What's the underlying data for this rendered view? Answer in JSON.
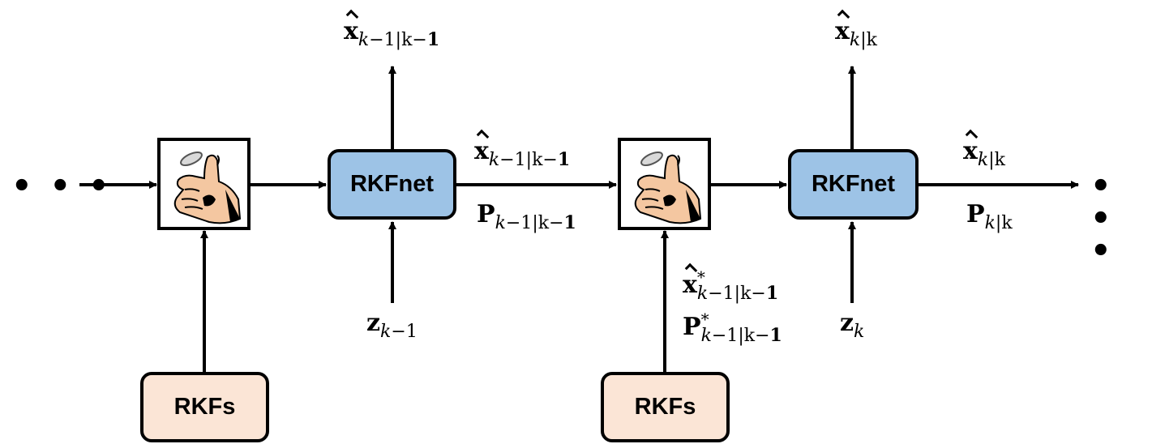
{
  "nodes": {
    "rkfnet_1": "RKFnet",
    "rkfnet_2": "RKFnet",
    "rkfs_1": "RKFs",
    "rkfs_2": "RKFs"
  },
  "ellipsis": {
    "left": "• • •",
    "right": "• • •"
  },
  "labels": {
    "top_out_1": {
      "base": "x",
      "sub_var": "k",
      "sub_rest": "−1|k−",
      "sub_bold": "1"
    },
    "top_out_2": {
      "base": "x",
      "sub_var": "k",
      "sub_rest": "|k",
      "sub_bold": ""
    },
    "mid_x_1": {
      "base": "x",
      "sub_var": "k",
      "sub_rest": "−1|k−",
      "sub_bold": "1"
    },
    "mid_p_1": {
      "base": "P",
      "sub_var": "k",
      "sub_rest": "−1|k−",
      "sub_bold": "1"
    },
    "mid_x_2": {
      "base": "x",
      "sub_var": "k",
      "sub_rest": "|k",
      "sub_bold": ""
    },
    "mid_p_2": {
      "base": "P",
      "sub_var": "k",
      "sub_rest": "|k",
      "sub_bold": ""
    },
    "z_1": {
      "base": "z",
      "sub_var": "k",
      "sub_rest": "−1",
      "sub_bold": ""
    },
    "z_2": {
      "base": "z",
      "sub_var": "k",
      "sub_rest": "",
      "sub_bold": ""
    },
    "star_x": {
      "base": "x",
      "sup": "*",
      "sub_var": "k",
      "sub_rest": "−1|k−",
      "sub_bold": "1"
    },
    "star_p": {
      "base": "P",
      "sup": "*",
      "sub_var": "k",
      "sub_rest": "−1|k−",
      "sub_bold": "1"
    }
  },
  "colors": {
    "rkfnet_fill": "#9dc3e6",
    "rkfs_fill": "#fbe5d6",
    "stroke": "#000000"
  },
  "icons": {
    "switch": "coin-flip-hand-icon"
  }
}
